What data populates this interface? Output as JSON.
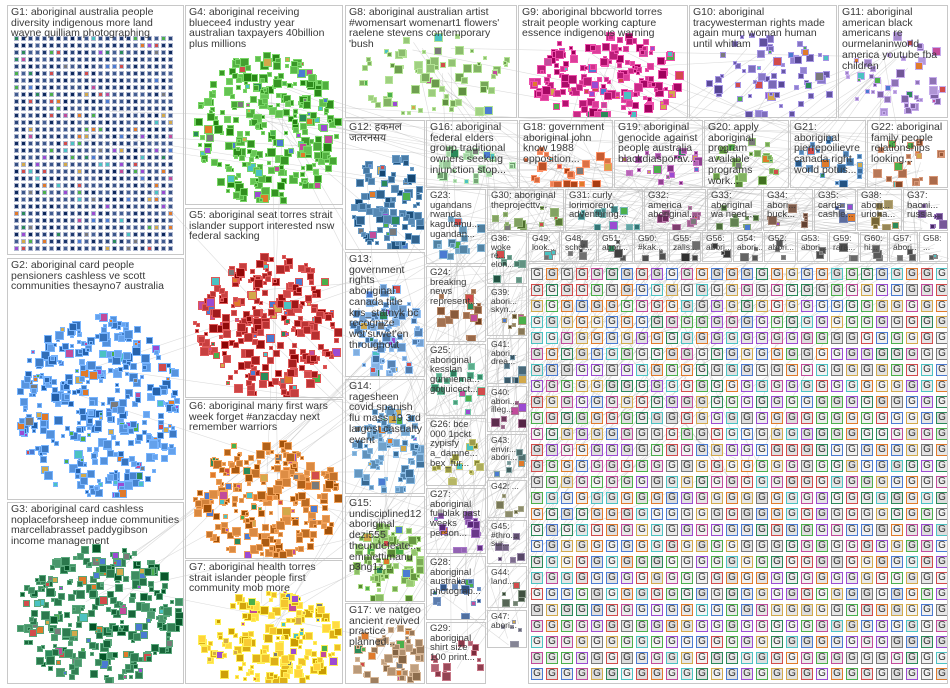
{
  "graph": {
    "groups": [
      {
        "id": "G1",
        "label": "G1: aboriginal australia people diversity indigenous more land wayne quilliam photographing",
        "color": "#1f3a6e",
        "fs": "large",
        "pattern": "grid"
      },
      {
        "id": "G2",
        "label": "G2: aboriginal card people pensioners cashless ve scott communities thesayno7 australia",
        "color": "#3b78c2",
        "fs": "large",
        "pattern": "cluster"
      },
      {
        "id": "G3",
        "label": "G3: aboriginal card cashless noplaceforsheep indue communities marcellabrasset paddygibson income management",
        "color": "#1d6b3f",
        "fs": "large",
        "pattern": "cluster"
      },
      {
        "id": "G4",
        "label": "G4: aboriginal receiving bluecee4 industry year australian taxpayers 40billion plus millions",
        "color": "#3c9a2a",
        "fs": "large",
        "pattern": "cluster"
      },
      {
        "id": "G5",
        "label": "G5: aboriginal seat torres strait islander support interested nsw federal sacking",
        "color": "#a31c1c",
        "fs": "large",
        "pattern": "cluster"
      },
      {
        "id": "G6",
        "label": "G6: aboriginal many first wars week forget #anzacday next remember warriors",
        "color": "#b5651d",
        "fs": "large",
        "pattern": "cluster"
      },
      {
        "id": "G7",
        "label": "G7: aboriginal health torres strait islander people first community mob more",
        "color": "#e0b21a",
        "fs": "large",
        "pattern": "cluster"
      },
      {
        "id": "G8",
        "label": "G8: aboriginal australian artist #womensart womenart1 flowers' raelene stevens contemporary 'bush",
        "color": "#78a85a",
        "fs": "large",
        "pattern": "sparse"
      },
      {
        "id": "G9",
        "label": "G9: aboriginal bbcworld torres strait people working capture essence indigenous warning",
        "color": "#b0126e",
        "fs": "large",
        "pattern": "cluster"
      },
      {
        "id": "G10",
        "label": "G10: aboriginal tracywesterman rights made again mum woman human until whitlam",
        "color": "#6a5aa8",
        "fs": "large",
        "pattern": "sparse"
      },
      {
        "id": "G11",
        "label": "G11: aboriginal american black americans re ourmelaninworld america youtube fba children",
        "color": "#8a6fb0",
        "fs": "large",
        "pattern": "sparse"
      },
      {
        "id": "G12",
        "label": "G12: हकमल जतरनसय",
        "color": "#2d5f8a",
        "fs": "large",
        "pattern": "cluster"
      },
      {
        "id": "G13",
        "label": "G13: government rights aboriginal canada title kris_statnyk bc recognize wet'suwet'en throughout",
        "color": "#5a87b8",
        "fs": "large",
        "pattern": "cluster"
      },
      {
        "id": "G14",
        "label": "G14: ragesheen covid spanish flu mass 19 3rd largest casualty event",
        "color": "#4e7fa8",
        "fs": "large",
        "pattern": "cluster"
      },
      {
        "id": "G15",
        "label": "G15: undisciplined12 aboriginal dezi555 theundefeate... emmettimanu p3ng1z...",
        "color": "#6fa04a",
        "fs": "large",
        "pattern": "cluster"
      },
      {
        "id": "G16",
        "label": "G16: aboriginal federal elders group traditional owners seeking injunction stop...",
        "color": "#7fae7f",
        "fs": "large",
        "pattern": "sparse"
      },
      {
        "id": "G17",
        "label": "G17: ve natgeo ancient revived practice planned...",
        "color": "#9a7a5a",
        "fs": "large",
        "pattern": "cluster"
      },
      {
        "id": "G18",
        "label": "G18: government aboriginal john know 1988 opposition...",
        "color": "#c0552a",
        "fs": "large",
        "pattern": "sparse"
      },
      {
        "id": "G19",
        "label": "G19: aboriginal genocide against people australia blackdiasporav...",
        "color": "#8a3a8a",
        "fs": "large",
        "pattern": "sparse"
      },
      {
        "id": "G20",
        "label": "G20: apply aboriginal program available programs work...",
        "color": "#5a8a3a",
        "fs": "large",
        "pattern": "sparse"
      },
      {
        "id": "G21",
        "label": "G21: aboriginal pierrepoilievre canada right world potus...",
        "color": "#3a6a9a",
        "fs": "large",
        "pattern": "sparse"
      },
      {
        "id": "G22",
        "label": "G22: aboriginal family people relationships looking...",
        "color": "#9a5a3a",
        "fs": "large",
        "pattern": "sparse"
      },
      {
        "id": "G23",
        "label": "G23: ugandans rwanda kagutamu... ugandan...",
        "color": "#4a7a9a",
        "fs": "medium",
        "pattern": "sparse"
      },
      {
        "id": "G24",
        "label": "G24: breaking news represent...",
        "color": "#7a4a2a",
        "fs": "medium",
        "pattern": "sparse"
      },
      {
        "id": "G25",
        "label": "G25: aboriginal kesslan gunniema... gotjuicect...",
        "color": "#3a8a6a",
        "fs": "medium",
        "pattern": "sparse"
      },
      {
        "id": "G26",
        "label": "G26: bce 000 1pckt zypisfy a_damne... bex_fur...",
        "color": "#8a8a3a",
        "fs": "medium",
        "pattern": "sparse"
      },
      {
        "id": "G27",
        "label": "G27: aboriginal fullblak past weeks person...",
        "color": "#6a3a8a",
        "fs": "medium",
        "pattern": "sparse"
      },
      {
        "id": "G28",
        "label": "G28: aboriginal australia photograp...",
        "color": "#3a5a8a",
        "fs": "medium",
        "pattern": "sparse"
      },
      {
        "id": "G29",
        "label": "G29: aboriginal shirt size 100 print...",
        "color": "#8a3a4a",
        "fs": "medium",
        "pattern": "sparse"
      },
      {
        "id": "G30",
        "label": "G30: aboriginal theprojecttv...",
        "color": "#5a7a3a",
        "fs": "medium",
        "pattern": "sparse"
      },
      {
        "id": "G31",
        "label": "G31: curly lorimoreno adventuring...",
        "color": "#3a7a7a",
        "fs": "medium",
        "pattern": "sparse"
      },
      {
        "id": "G32",
        "label": "G32: america aboriginal...",
        "color": "#7a3a6a",
        "fs": "medium",
        "pattern": "sparse"
      },
      {
        "id": "G33",
        "label": "G33: aboriginal wa need...",
        "color": "#4a6a3a",
        "fs": "medium",
        "pattern": "sparse"
      },
      {
        "id": "G34",
        "label": "G34: abori... buck...",
        "color": "#6a4a3a",
        "fs": "medium",
        "pattern": "sparse"
      },
      {
        "id": "G35",
        "label": "G35: cards cashle...",
        "color": "#3a4a7a",
        "fs": "medium",
        "pattern": "sparse"
      },
      {
        "id": "G38",
        "label": "G38: abori... urioha...",
        "color": "#7a6a3a",
        "fs": "medium",
        "pattern": "sparse"
      },
      {
        "id": "G37",
        "label": "G37: baoni... russia...",
        "color": "#5a3a7a",
        "fs": "medium",
        "pattern": "sparse"
      },
      {
        "id": "G36",
        "label": "G36: woke re... elon...",
        "color": "#3a6a5a",
        "fs": "small",
        "pattern": "sparse"
      },
      {
        "id": "G39",
        "label": "G39: abori... skyn...",
        "color": "#6a5a3a",
        "fs": "small",
        "pattern": "sparse"
      },
      {
        "id": "G41",
        "label": "G41: abori... drea...",
        "color": "#3a5a6a",
        "fs": "small",
        "pattern": "sparse"
      },
      {
        "id": "G40",
        "label": "G40: abori... illeg...",
        "color": "#6a3a5a",
        "fs": "small",
        "pattern": "sparse"
      },
      {
        "id": "G43",
        "label": "G43: envir... abori...",
        "color": "#4a6a6a",
        "fs": "small",
        "pattern": "sparse"
      },
      {
        "id": "G42",
        "label": "G42: ...",
        "color": "#6a6a4a",
        "fs": "small",
        "pattern": "sparse"
      },
      {
        "id": "G45",
        "label": "G45: #thro... sur...",
        "color": "#5a4a6a",
        "fs": "small",
        "pattern": "sparse"
      },
      {
        "id": "G44",
        "label": "G44: land...",
        "color": "#4a5a4a",
        "fs": "small",
        "pattern": "sparse"
      },
      {
        "id": "G47",
        "label": "G47: abori...",
        "color": "#5a5a6a",
        "fs": "small",
        "pattern": "sparse"
      },
      {
        "id": "G49",
        "label": "G49: look...",
        "color": "#4a4a4a",
        "fs": "small",
        "pattern": "sparse"
      },
      {
        "id": "G48",
        "label": "G48: schol...",
        "color": "#4a4a4a",
        "fs": "small",
        "pattern": "sparse"
      },
      {
        "id": "G51",
        "label": "G51: abori...",
        "color": "#4a4a4a",
        "fs": "small",
        "pattern": "sparse"
      },
      {
        "id": "G50",
        "label": "G50: #kak...",
        "color": "#4a4a4a",
        "fs": "small",
        "pattern": "sparse"
      },
      {
        "id": "G55",
        "label": "G55: zalis...",
        "color": "#4a4a4a",
        "fs": "small",
        "pattern": "sparse"
      },
      {
        "id": "G56",
        "label": "G56: abori...",
        "color": "#4a4a4a",
        "fs": "small",
        "pattern": "sparse"
      },
      {
        "id": "G54",
        "label": "G54: abori...",
        "color": "#4a4a4a",
        "fs": "small",
        "pattern": "sparse"
      },
      {
        "id": "G52",
        "label": "G52: abori...",
        "color": "#4a4a4a",
        "fs": "small",
        "pattern": "sparse"
      },
      {
        "id": "G53",
        "label": "G53: abori...",
        "color": "#4a4a4a",
        "fs": "small",
        "pattern": "sparse"
      },
      {
        "id": "G59",
        "label": "G59: rara...",
        "color": "#4a4a4a",
        "fs": "small",
        "pattern": "sparse"
      },
      {
        "id": "G60",
        "label": "G60: hi...",
        "color": "#4a4a4a",
        "fs": "small",
        "pattern": "sparse"
      },
      {
        "id": "G57",
        "label": "G57: abori...",
        "color": "#4a4a4a",
        "fs": "small",
        "pattern": "sparse"
      },
      {
        "id": "G58",
        "label": "G58: ...",
        "color": "#4a4a4a",
        "fs": "small",
        "pattern": "sparse"
      },
      {
        "id": "Gsmall",
        "label": "",
        "color": "#888888",
        "fs": "small",
        "pattern": "tiles"
      }
    ],
    "tile_letter": "G"
  }
}
